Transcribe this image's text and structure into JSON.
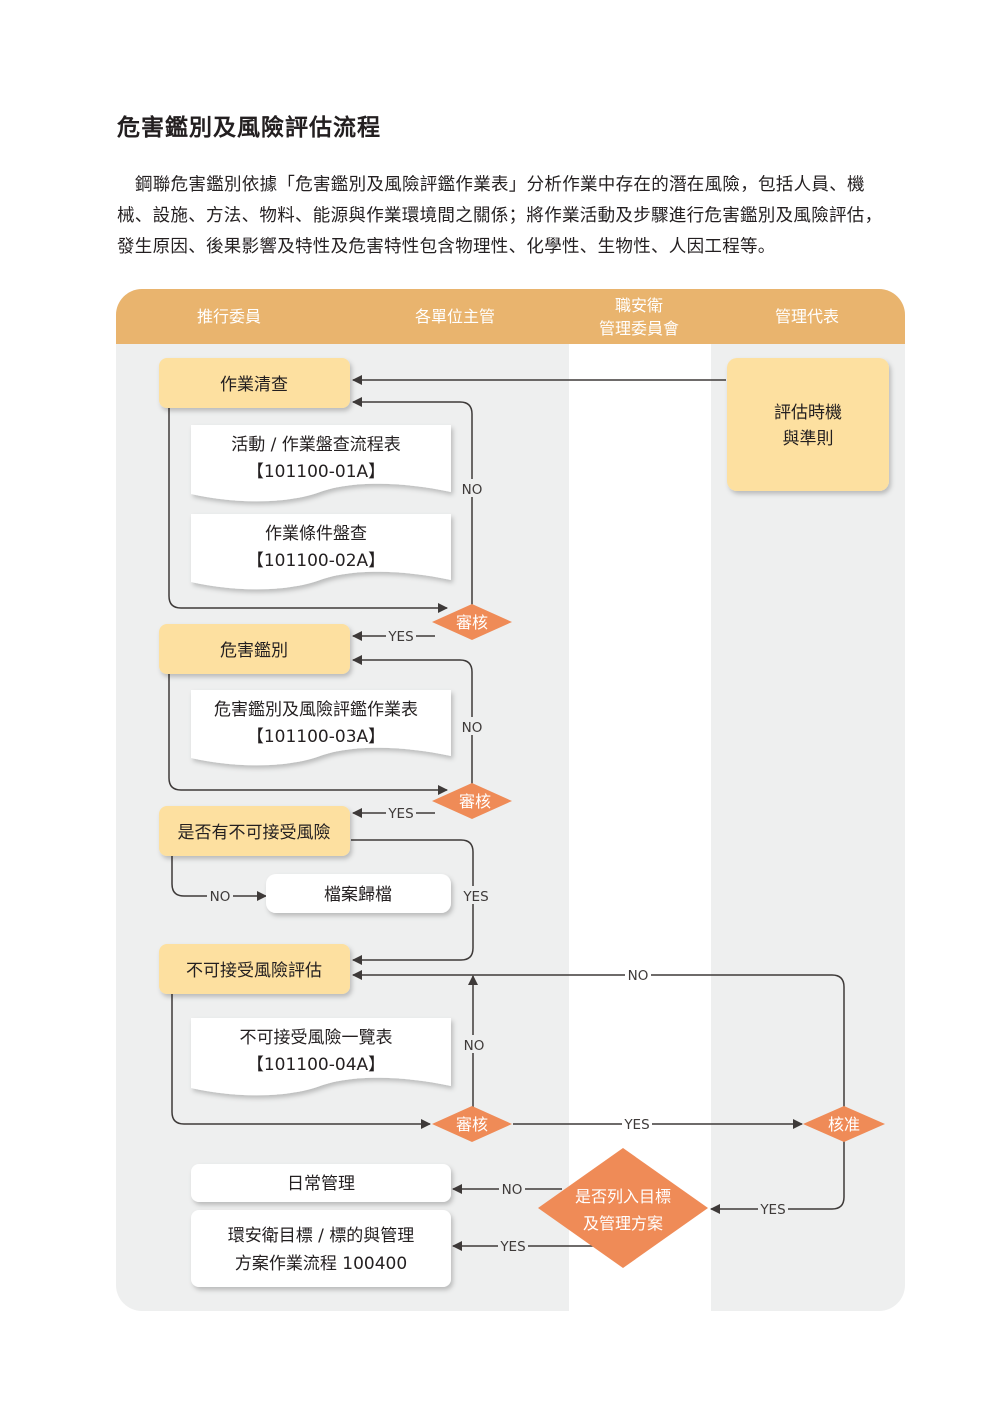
{
  "title": "危害鑑別及風險評估流程",
  "intro_lines": [
    "鋼聯危害鑑別依據「危害鑑別及風險評鑑作業表」分析作業中存在的潛在風險，包括人員、機",
    "械、設施、方法、物料、能源與作業環境間之關係；將作業活動及步驟進行危害鑑別及風險評估，",
    "發生原因、後果影響及特性及危害特性包含物理性、化學性、生物性、人因工程等。"
  ],
  "lanes": {
    "lane1": "推行委員",
    "lane2": "各單位主管",
    "lane3_line1": "職安衛",
    "lane3_line2": "管理委員會",
    "lane4": "管理代表"
  },
  "steps": {
    "inventory": "作業清查",
    "hazard_id": "危害鑑別",
    "unacceptable_q": "是否有不可接受風險",
    "unacceptable_eval": "不可接受風險評估",
    "timing_line1": "評估時機",
    "timing_line2": "與準則",
    "archive": "檔案歸檔",
    "daily_mgmt": "日常管理",
    "program_line1": "環安衛目標 / 標的與管理",
    "program_line2": "方案作業流程 100400"
  },
  "documents": {
    "doc1_line1": "活動 / 作業盤查流程表",
    "doc1_line2": "【101100-01A】",
    "doc2_line1": "作業條件盤查",
    "doc2_line2": "【101100-02A】",
    "doc3_line1": "危害鑑別及風險評鑑作業表",
    "doc3_line2": "【101100-03A】",
    "doc4_line1": "不可接受風險一覽表",
    "doc4_line2": "【101100-04A】"
  },
  "decisions": {
    "review": "審核",
    "approve": "核准",
    "include_line1": "是否列入目標",
    "include_line2": "及管理方案"
  },
  "flow_labels": {
    "yes": "YES",
    "no": "NO"
  },
  "colors": {
    "header": "#e9b46e",
    "grey_lane": "#eeefef",
    "process_box": "#fde0a0",
    "decision": "#ef8b57",
    "line": "#3e3a39"
  }
}
